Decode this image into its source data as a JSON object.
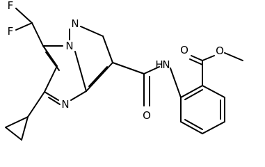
{
  "molecule": {
    "atoms": {
      "f1": "F",
      "f2": "F",
      "n_pyrazole": "N",
      "n_bridge": "N",
      "n_pyrimidine": "N",
      "o_amide": "O",
      "n_amide": "N",
      "h_amide": "H",
      "o_ester_carbonyl": "O",
      "o_ester_ether": "O"
    }
  }
}
